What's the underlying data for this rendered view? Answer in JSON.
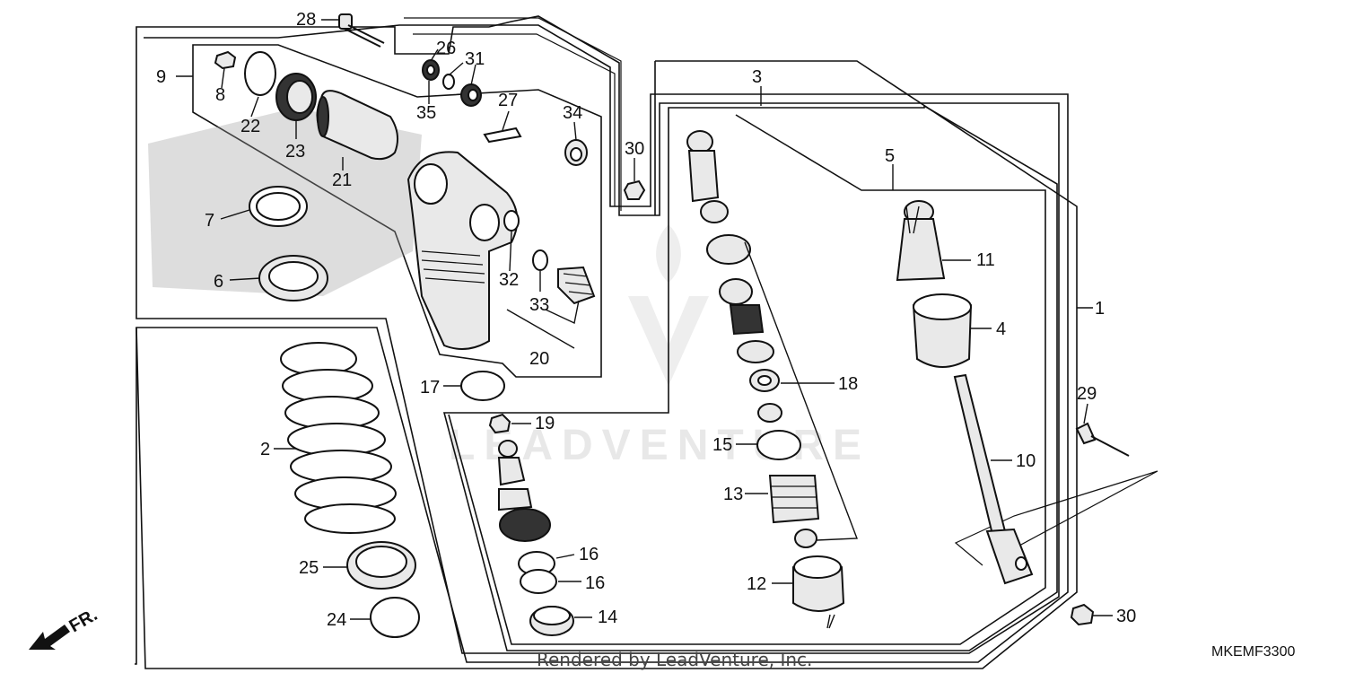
{
  "diagram": {
    "callouts": {
      "c1": "1",
      "c2": "2",
      "c3": "3",
      "c4": "4",
      "c5": "5",
      "c6": "6",
      "c7": "7",
      "c8": "8",
      "c9": "9",
      "c10": "10",
      "c11": "11",
      "c12": "12",
      "c13": "13",
      "c14": "14",
      "c15": "15",
      "c16a": "16",
      "c16b": "16",
      "c17": "17",
      "c18": "18",
      "c19": "19",
      "c20": "20",
      "c21": "21",
      "c22": "22",
      "c23": "23",
      "c24": "24",
      "c25": "25",
      "c26": "26",
      "c27": "27",
      "c28": "28",
      "c29": "29",
      "c30a": "30",
      "c30b": "30",
      "c31": "31",
      "c32": "32",
      "c33": "33",
      "c34": "34",
      "c35": "35"
    },
    "direction_label": "FR.",
    "credit": "Rendered by LeadVenture, Inc.",
    "drawing_code": "MKEMF3300",
    "watermark": "LEADVENTURE"
  },
  "icons": {
    "front_arrow": "front-direction-arrow-icon",
    "watermark_logo": "leadventure-logo-icon"
  }
}
